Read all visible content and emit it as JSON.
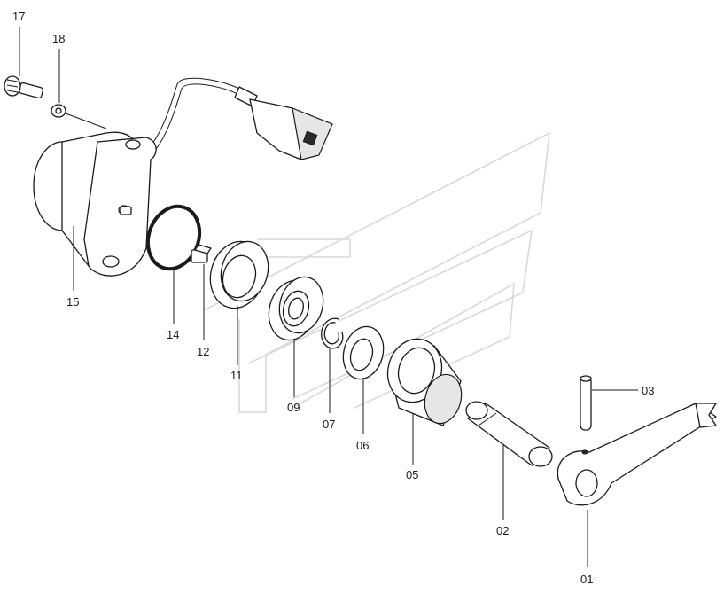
{
  "labels": {
    "p17": "17",
    "p18": "18",
    "p15": "15",
    "p14": "14",
    "p12": "12",
    "p11": "11",
    "p09": "09",
    "p07": "07",
    "p06": "06",
    "p05": "05",
    "p02": "02",
    "p03": "03",
    "p01": "01"
  }
}
